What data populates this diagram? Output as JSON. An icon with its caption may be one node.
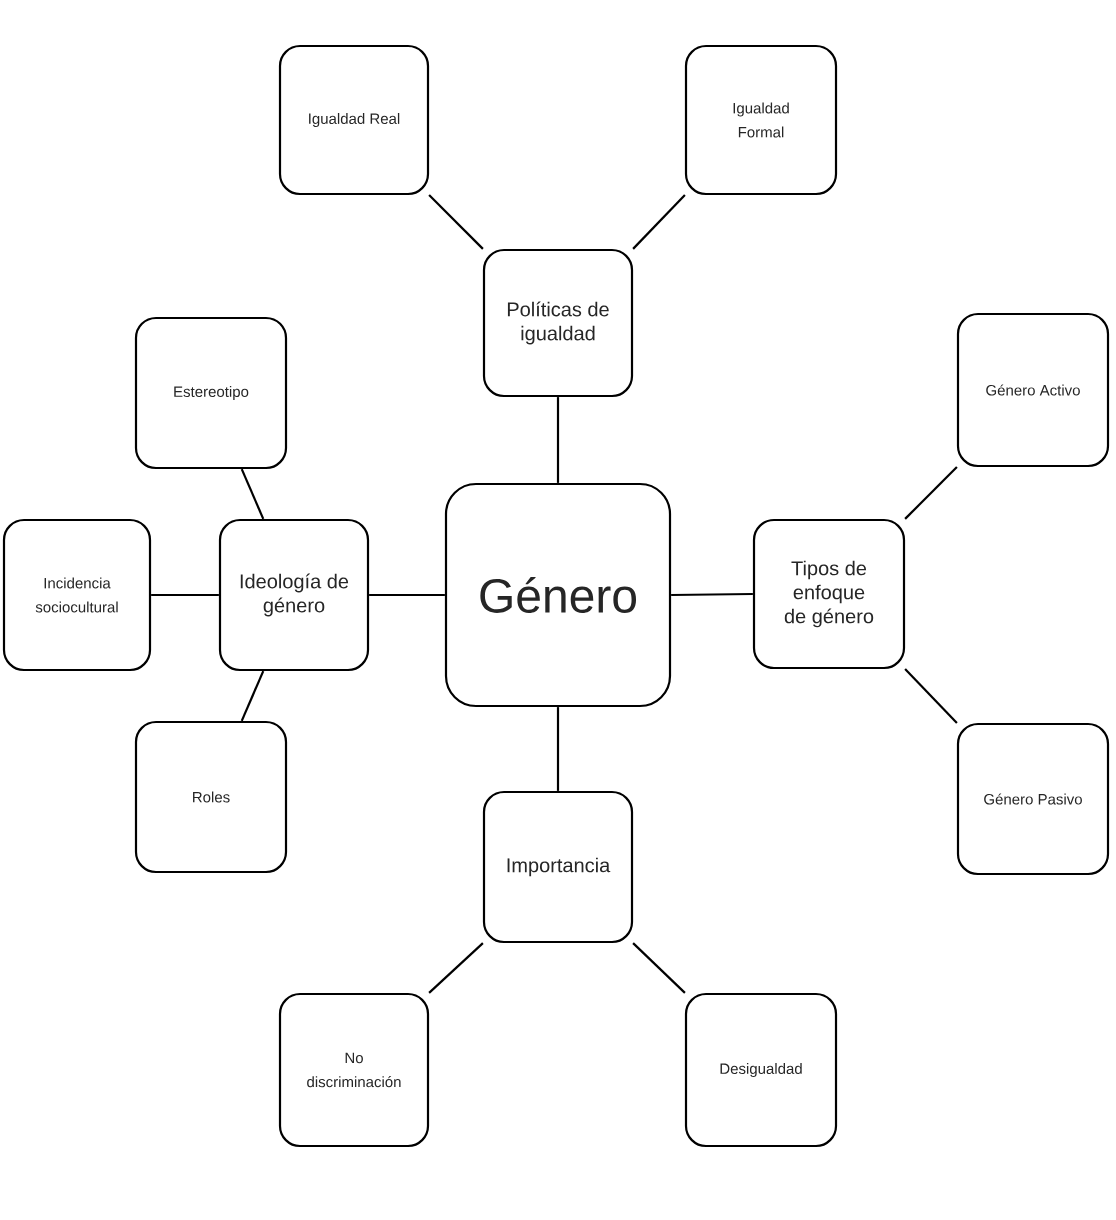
{
  "diagram": {
    "nodes": [
      {
        "text": [
          "Género"
        ]
      },
      {
        "text": [
          "Políticas de igualdad"
        ]
      },
      {
        "text": [
          "Igualdad Real"
        ]
      },
      {
        "text": [
          "Igualdad Formal"
        ]
      },
      {
        "text": [
          "Ideología de género"
        ]
      },
      {
        "text": [
          "Estereotipo"
        ]
      },
      {
        "text": [
          "Incidencia sociocultural"
        ]
      },
      {
        "text": [
          "Roles"
        ]
      },
      {
        "text": [
          "Tipos de enfoque de género"
        ]
      },
      {
        "text": [
          "Género Activo"
        ]
      },
      {
        "text": [
          "Género Pasivo"
        ]
      },
      {
        "text": [
          "Importancia"
        ]
      },
      {
        "text": [
          "No discriminación"
        ]
      },
      {
        "text": [
          "Desigualdad"
        ]
      }
    ],
    "edges": [
      {
        "from": 0,
        "to": 1,
        "arrow": "none"
      },
      {
        "from": 1,
        "to": 2,
        "arrow": "none"
      },
      {
        "from": 1,
        "to": 3,
        "arrow": "none"
      },
      {
        "from": 0,
        "to": 4,
        "arrow": "none"
      },
      {
        "from": 4,
        "to": 5,
        "arrow": "none"
      },
      {
        "from": 4,
        "to": 6,
        "arrow": "none"
      },
      {
        "from": 4,
        "to": 7,
        "arrow": "none"
      },
      {
        "from": 0,
        "to": 8,
        "arrow": "none"
      },
      {
        "from": 8,
        "to": 9,
        "arrow": "none"
      },
      {
        "from": 8,
        "to": 10,
        "arrow": "none"
      },
      {
        "from": 0,
        "to": 11,
        "arrow": "none"
      },
      {
        "from": 11,
        "to": 12,
        "arrow": "none"
      },
      {
        "from": 11,
        "to": 13,
        "arrow": "none"
      }
    ]
  }
}
